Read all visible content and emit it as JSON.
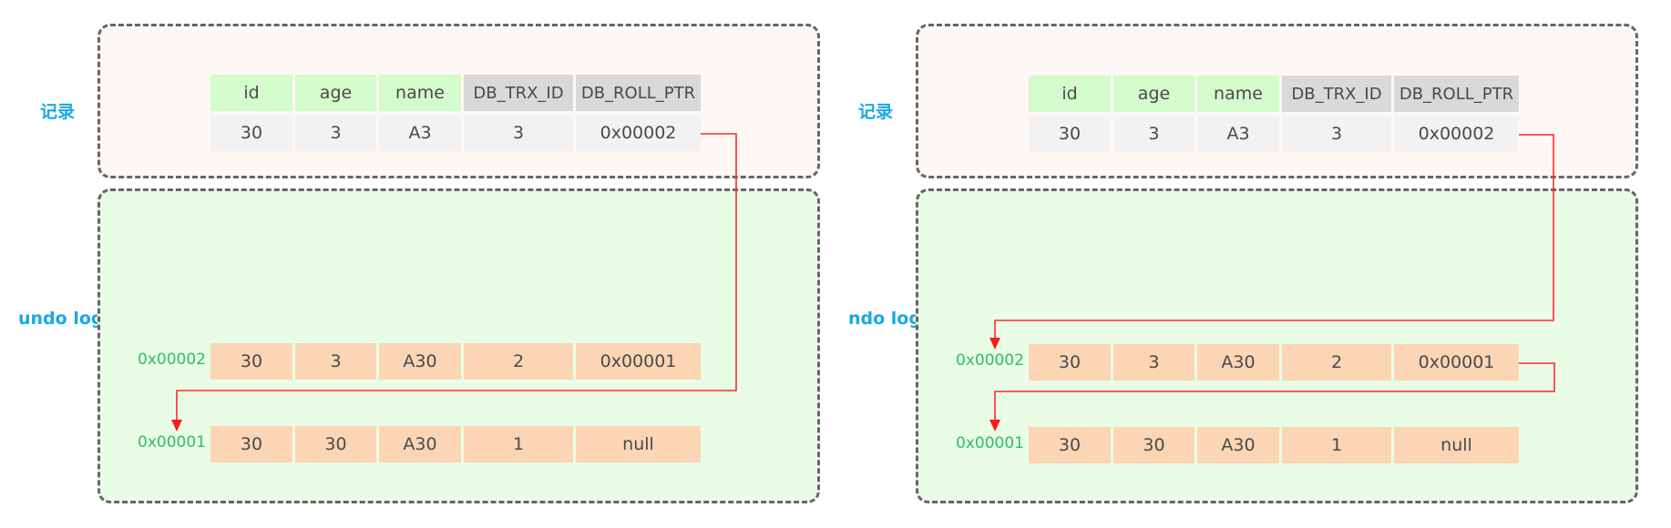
{
  "colors": {
    "label_blue": "#1aa8e6",
    "address_green": "#2dbd6a",
    "pointer_red": "#ff2a2a",
    "user_column_bg": "#d3fbcb",
    "hidden_column_bg": "#d9d9d9",
    "record_row_bg": "#f2f2f2",
    "undo_row_bg": "#fcd5b5",
    "record_area_bg": "#fdf8f4",
    "undo_area_bg": "#e9fce6"
  },
  "columns": [
    "id",
    "age",
    "name",
    "DB_TRX_ID",
    "DB_ROLL_PTR"
  ],
  "panels": [
    {
      "record_label": "记录",
      "undo_label": "undo log",
      "record": [
        "30",
        "3",
        "A3",
        "3",
        "0x00002"
      ],
      "undo_rows": [
        {
          "address": "0x00002",
          "values": [
            "30",
            "3",
            "A30",
            "2",
            "0x00001"
          ]
        },
        {
          "address": "0x00001",
          "values": [
            "30",
            "30",
            "A30",
            "1",
            "null"
          ]
        }
      ],
      "pointers": [
        {
          "from": "record.DB_ROLL_PTR",
          "to": "0x00001"
        }
      ]
    },
    {
      "record_label": "记录",
      "undo_label": "ndo log",
      "record": [
        "30",
        "3",
        "A3",
        "3",
        "0x00002"
      ],
      "undo_rows": [
        {
          "address": "0x00002",
          "values": [
            "30",
            "3",
            "A30",
            "2",
            "0x00001"
          ]
        },
        {
          "address": "0x00001",
          "values": [
            "30",
            "30",
            "A30",
            "1",
            "null"
          ]
        }
      ],
      "pointers": [
        {
          "from": "record.DB_ROLL_PTR",
          "to": "0x00002"
        },
        {
          "from": "undo_rows.0.DB_ROLL_PTR",
          "to": "0x00001"
        }
      ]
    }
  ]
}
